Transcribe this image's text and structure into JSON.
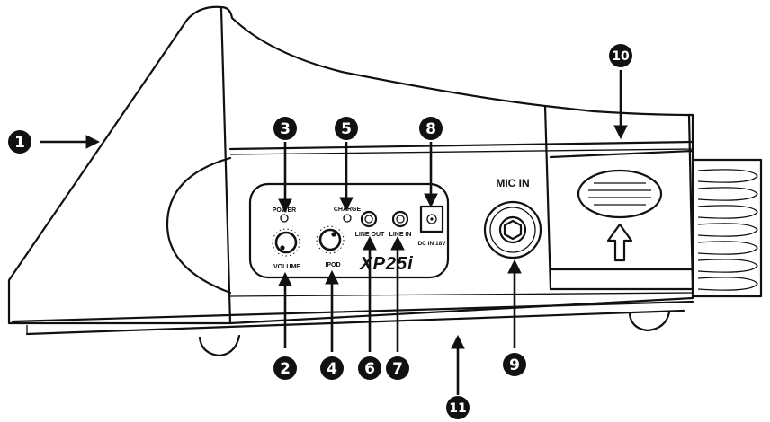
{
  "panel": {
    "power_label": "POWER",
    "charge_label": "CHARGE",
    "volume_label": "VOLUME",
    "ipod_label": "IPOD",
    "line_out_label": "LINE OUT",
    "line_in_label": "LINE IN",
    "dc_in_label": "DC IN 18V",
    "model_label": "XP25i"
  },
  "mic_in_label": "MIC IN",
  "callouts": [
    "1",
    "2",
    "3",
    "4",
    "5",
    "6",
    "7",
    "8",
    "9",
    "10",
    "11"
  ]
}
